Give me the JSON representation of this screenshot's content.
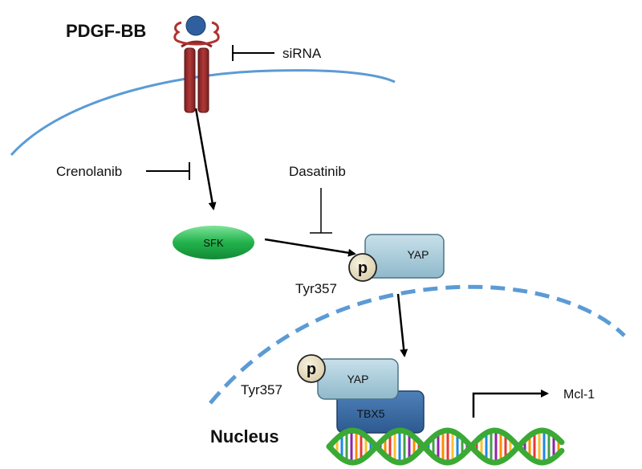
{
  "labels": {
    "ligand": "PDGF-BB",
    "sirna": "siRNA",
    "crenolanib": "Crenolanib",
    "dasatinib": "Dasatinib",
    "sfk": "SFK",
    "yap_cyto": "YAP",
    "p_cyto": "p",
    "tyr_cyto": "Tyr357",
    "yap_nuc": "YAP",
    "p_nuc": "p",
    "tyr_nuc": "Tyr357",
    "tbx5": "TBX5",
    "mcl1": "Mcl-1",
    "nucleus": "Nucleus"
  },
  "colors": {
    "membrane": "#5b9bd5",
    "receptor": "#9b2d2d",
    "ligand": "#2f5f9e",
    "sfk": "#22b24c",
    "yap": "#a9ccda",
    "tbx5": "#3d6fa8",
    "phospho": "#ece2c4",
    "dna_strand": "#3aaa35"
  }
}
